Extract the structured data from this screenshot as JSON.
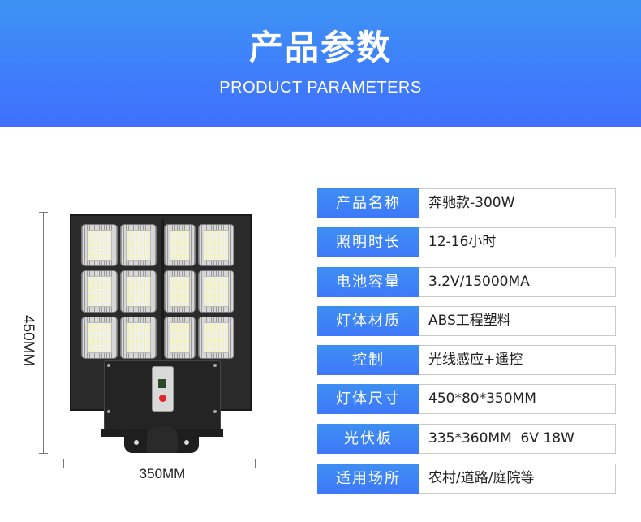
{
  "banner": {
    "title": "产品参数",
    "subtitle": "PRODUCT PARAMETERS",
    "gradient_top": "#3d93f3",
    "gradient_bottom": "#4070fd"
  },
  "product_image": {
    "description": "Solar street light, 12 LED modules, control box with remote receiver, pole mount",
    "height_label": "450MM",
    "width_label": "350MM"
  },
  "specs": [
    {
      "label": "产品名称",
      "value": "奔驰款-300W"
    },
    {
      "label": "照明时长",
      "value": "12-16小时"
    },
    {
      "label": "电池容量",
      "value": "3.2V/15000MA"
    },
    {
      "label": "灯体材质",
      "value": "ABS工程塑料"
    },
    {
      "label": "控制",
      "value": "光线感应+遥控"
    },
    {
      "label": "灯体尺寸",
      "value": "450*80*350MM"
    },
    {
      "label": "光伏板",
      "value": "335*360MM  6V 18W"
    },
    {
      "label": "适用场所",
      "value": "农村/道路/庭院等"
    }
  ],
  "colors": {
    "label_bg": "#3f80f8",
    "label_text": "#ffffff",
    "value_border": "#c9c9c9",
    "value_text": "#222222"
  }
}
